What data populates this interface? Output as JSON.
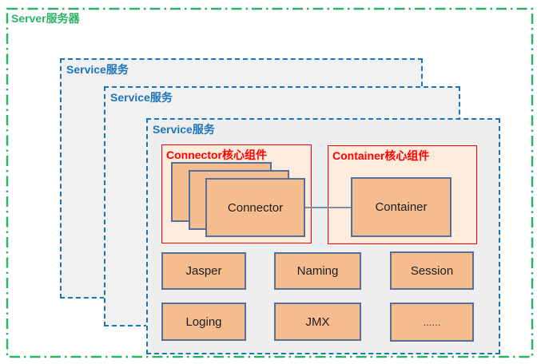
{
  "diagram": {
    "server": {
      "label": "Server服务器"
    },
    "services": [
      {
        "label": "Service服务"
      },
      {
        "label": "Service服务"
      },
      {
        "label": "Service服务"
      }
    ],
    "groups": {
      "connector": {
        "title": "Connector核心组件"
      },
      "container": {
        "title": "Container核心组件"
      }
    },
    "core_boxes": {
      "connector": {
        "label": "Connector"
      },
      "container": {
        "label": "Container"
      }
    },
    "components": [
      {
        "label": "Jasper"
      },
      {
        "label": "Naming"
      },
      {
        "label": "Session"
      },
      {
        "label": "Loging"
      },
      {
        "label": "JMX"
      },
      {
        "label": "......"
      }
    ],
    "colors": {
      "server_border": "#2BB265",
      "service_border": "#1B75BB",
      "service_fill": "#F1F1F2",
      "group_border": "#FF0000",
      "group_fill": "#FDEBDC",
      "component_fill": "#F5BC8D",
      "component_border": "#527099",
      "link_line": "#7B8EA9"
    }
  }
}
